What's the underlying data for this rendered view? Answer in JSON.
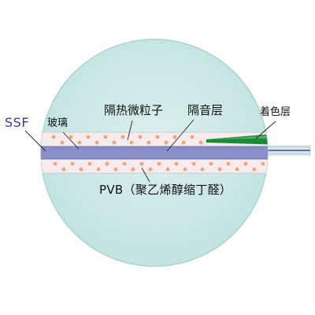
{
  "labels": {
    "ssf": "SSF",
    "glass": "玻璃",
    "heat_particles": "隔热微粒子",
    "sound_layer": "隔音层",
    "tint_layer": "着色层",
    "pvb": "PVB（聚乙烯醇缩丁醛）"
  },
  "colors": {
    "glass_fill": "#cfe9e7",
    "glass_edge": "#a9d5d1",
    "pvb_fill": "#f6ecee",
    "sound_fill": "#8a8fc8",
    "particle": "#f2a574",
    "tint": "#1a8a3a",
    "ssf_line": "#3f3f9a",
    "leader": "#222222"
  }
}
